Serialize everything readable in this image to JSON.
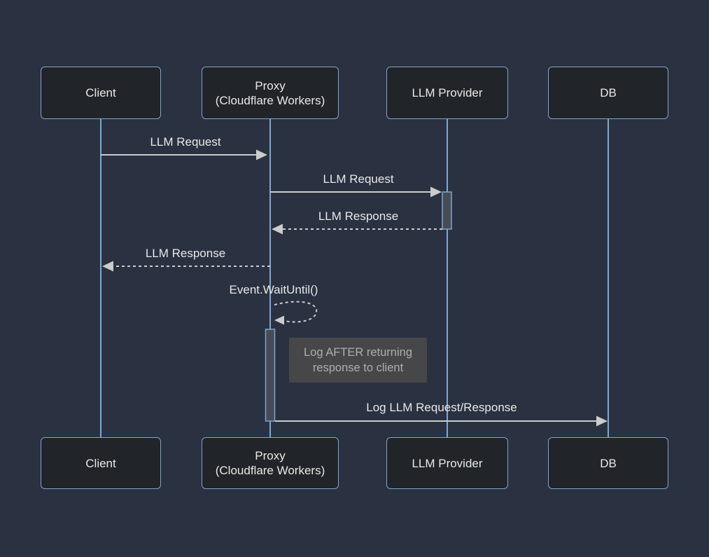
{
  "diagram": {
    "type": "sequence-diagram",
    "theme": "dark",
    "actors": [
      {
        "id": "client",
        "label": "Client"
      },
      {
        "id": "proxy",
        "lines": [
          "Proxy",
          "(Cloudflare Workers)"
        ]
      },
      {
        "id": "llm-provider",
        "label": "LLM Provider"
      },
      {
        "id": "db",
        "label": "DB"
      }
    ],
    "messages": [
      {
        "from": "Client",
        "to": "Proxy (Cloudflare Workers)",
        "label": "LLM Request",
        "line": "solid"
      },
      {
        "from": "Proxy (Cloudflare Workers)",
        "to": "LLM Provider",
        "label": "LLM Request",
        "line": "solid"
      },
      {
        "from": "LLM Provider",
        "to": "Proxy (Cloudflare Workers)",
        "label": "LLM Response",
        "line": "dashed"
      },
      {
        "from": "Proxy (Cloudflare Workers)",
        "to": "Client",
        "label": "LLM Response",
        "line": "dashed"
      },
      {
        "from": "Proxy (Cloudflare Workers)",
        "to": "Proxy (Cloudflare Workers)",
        "label": "Event.WaitUntil()",
        "line": "dashed-self-loop"
      },
      {
        "from": "Proxy (Cloudflare Workers)",
        "to": "DB",
        "label": "Log LLM Request/Response",
        "line": "solid"
      }
    ],
    "note": {
      "attached_to": "Proxy (Cloudflare Workers)",
      "lines": [
        "Log AFTER returning",
        "response to client"
      ]
    },
    "activations": [
      {
        "actor": "LLM Provider",
        "during": "LLM Request / LLM Response"
      },
      {
        "actor": "Proxy (Cloudflare Workers)",
        "during": "Event.WaitUntil() logging"
      }
    ],
    "colors": {
      "background": "#2a3140",
      "actor_fill": "#212428",
      "actor_border": "#7da6cf",
      "lifeline": "#7ca9d8",
      "signal_line": "#cccccc",
      "signal_text": "#e8e8e8",
      "activation_fill": "#474c54",
      "activation_border": "#7da6cf",
      "note_fill": "#47474a",
      "note_text": "#aeaeb1"
    }
  }
}
